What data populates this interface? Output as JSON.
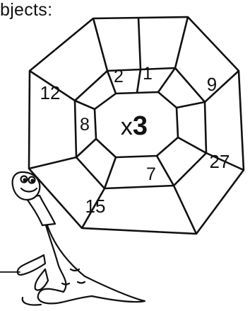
{
  "header": {
    "text": "bjects:"
  },
  "wheel": {
    "center_label_prefix": "x",
    "center_label_factor": "3",
    "inner_numbers": [
      "2",
      "1",
      "8",
      "7"
    ],
    "outer_numbers": [
      "12",
      "9",
      "27",
      "15"
    ]
  },
  "illustration": {
    "subject": "cartoon dinosaur",
    "icon": "dinosaur-icon"
  },
  "colors": {
    "line": "#111111",
    "background": "#ffffff"
  }
}
